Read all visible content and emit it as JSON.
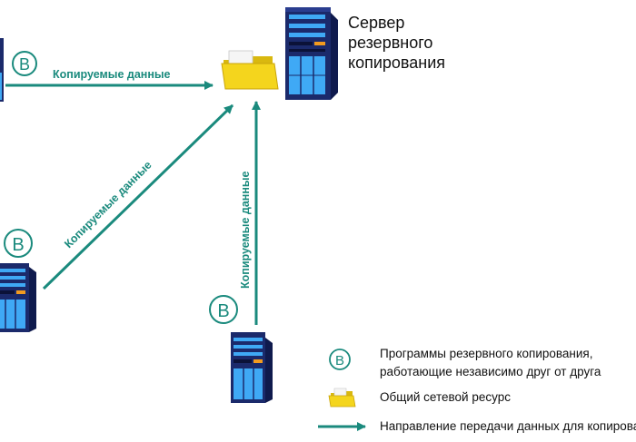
{
  "server_label": {
    "line1": "Сервер",
    "line2": "резервного",
    "line3": "копирования"
  },
  "badge_letter": "B",
  "edges": {
    "top": "Копируемые данные",
    "diagonal": "Копируемые данные",
    "vertical": "Копируемые данные"
  },
  "legend": {
    "software_line1": "Программы резервного копирования,",
    "software_line2": "работающие независимо друг от друга",
    "share": "Общий сетевой ресурс",
    "direction": "Направление передачи данных для копирования"
  },
  "colors": {
    "accent": "#1a8a7d",
    "server_dark": "#1b2a6b",
    "server_light": "#3fa9f5",
    "folder": "#f4d51d"
  }
}
